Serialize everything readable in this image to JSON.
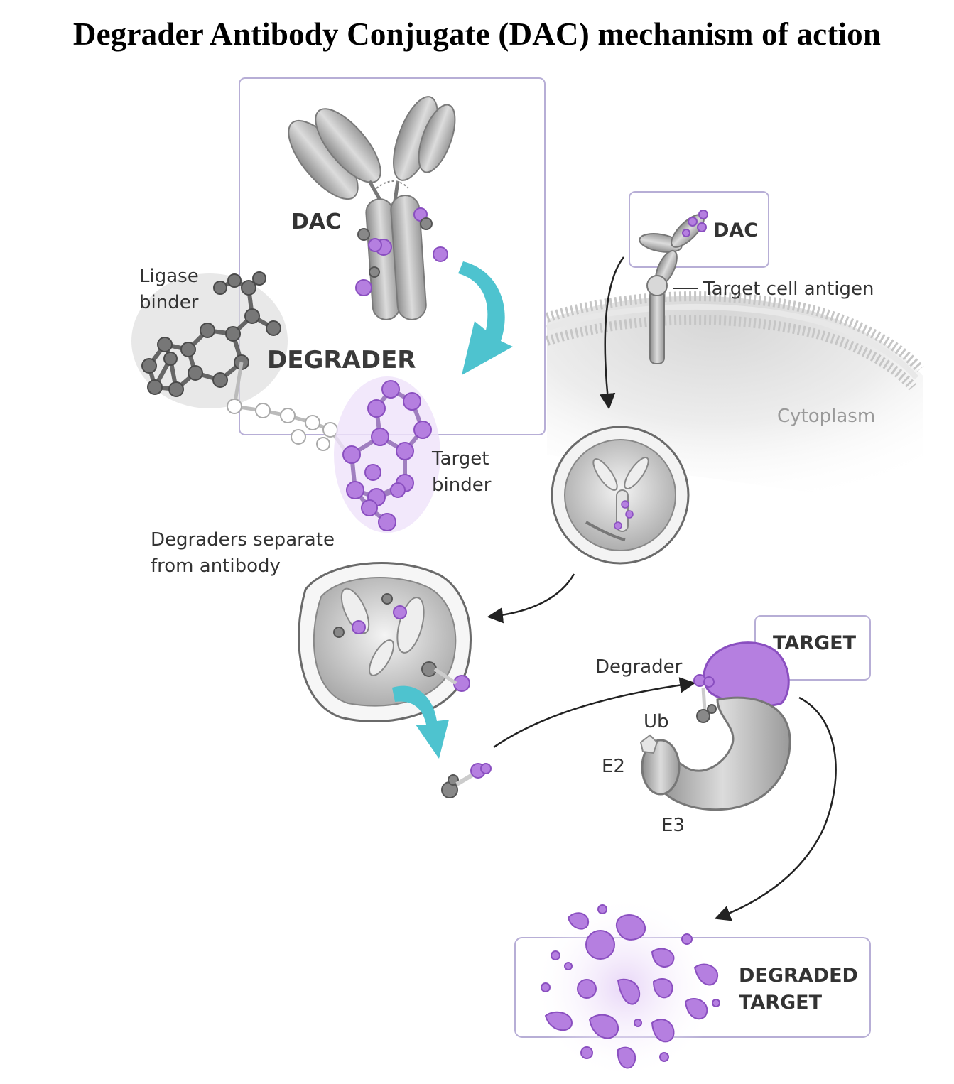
{
  "title": "Degrader Antibody Conjugate (DAC) mechanism of action",
  "labels": {
    "dac_main": "DAC",
    "ligase_binder_1": "Ligase",
    "ligase_binder_2": "binder",
    "degrader": "DEGRADER",
    "target_binder_1": "Target",
    "target_binder_2": "binder",
    "dac_small": "DAC",
    "target_cell_antigen": "Target cell antigen",
    "cytoplasm": "Cytoplasm",
    "separate_1": "Degraders separate",
    "separate_2": "from antibody",
    "degrader_small": "Degrader",
    "target": "TARGET",
    "ub": "Ub",
    "e2": "E2",
    "e3": "E3",
    "degraded_1": "DEGRADED",
    "degraded_2": "TARGET"
  },
  "colors": {
    "purple": "#b57fe0",
    "purple_dark": "#8a4fc0",
    "teal": "#4ec3cf",
    "gray": "#b8b8b8",
    "box_border": "#b7aed6"
  }
}
